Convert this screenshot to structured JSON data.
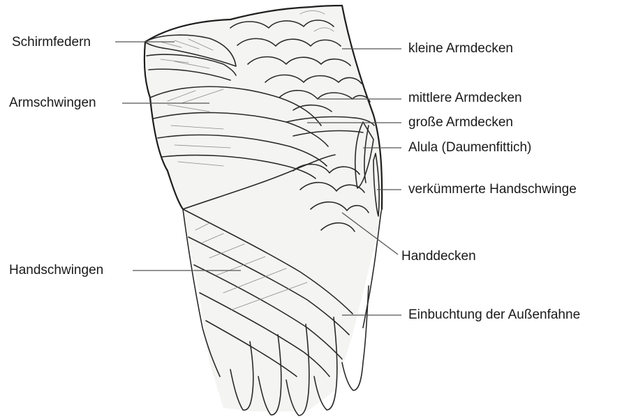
{
  "labels": {
    "schirmfedern": "Schirmfedern",
    "armschwingen": "Armschwingen",
    "handschwingen": "Handschwingen",
    "kleine_armdecken": "kleine Armdecken",
    "mittlere_armdecken": "mittlere Armdecken",
    "grosse_armdecken": "große Armdecken",
    "alula": "Alula (Daumenfittich)",
    "verkuemmerte_handschwinge": "verkümmerte Handschwinge",
    "handdecken": "Handdecken",
    "einbuchtung": "Einbuchtung der Außenfahne"
  },
  "colors": {
    "background": "#ffffff",
    "text": "#1a1a1a",
    "ink": "#1e1e1e",
    "leader": "#555555"
  }
}
